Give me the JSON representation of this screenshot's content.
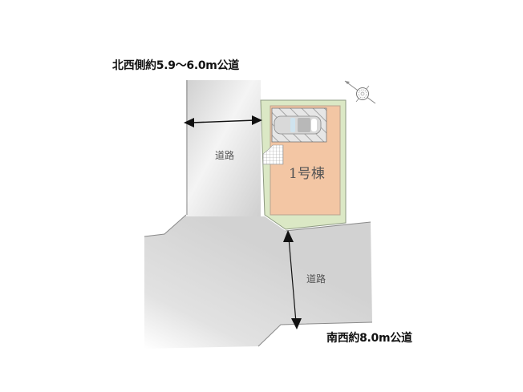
{
  "map": {
    "captions": {
      "northwest_road": "北西側約5.9～6.0m公道",
      "southwest_road": "南西約8.0m公道"
    },
    "road_labels": {
      "northwest": "道路",
      "southwest": "道路"
    },
    "building": {
      "label": "1号棟"
    },
    "icons": {
      "compass": "north-arrow-compass-icon",
      "car": "parked-car-icon"
    },
    "colors": {
      "road": "#d4d4d4",
      "road_edge": "#8a8a8a",
      "lot": "#dbe8c5",
      "lot_border": "#8e9a82",
      "building": "#f3c6a4",
      "building_border": "#b9a38f",
      "parking": "#e6e6e6",
      "dimension_arrow": "#111111",
      "caption_text": "#111111",
      "road_label_text": "#555555"
    }
  }
}
